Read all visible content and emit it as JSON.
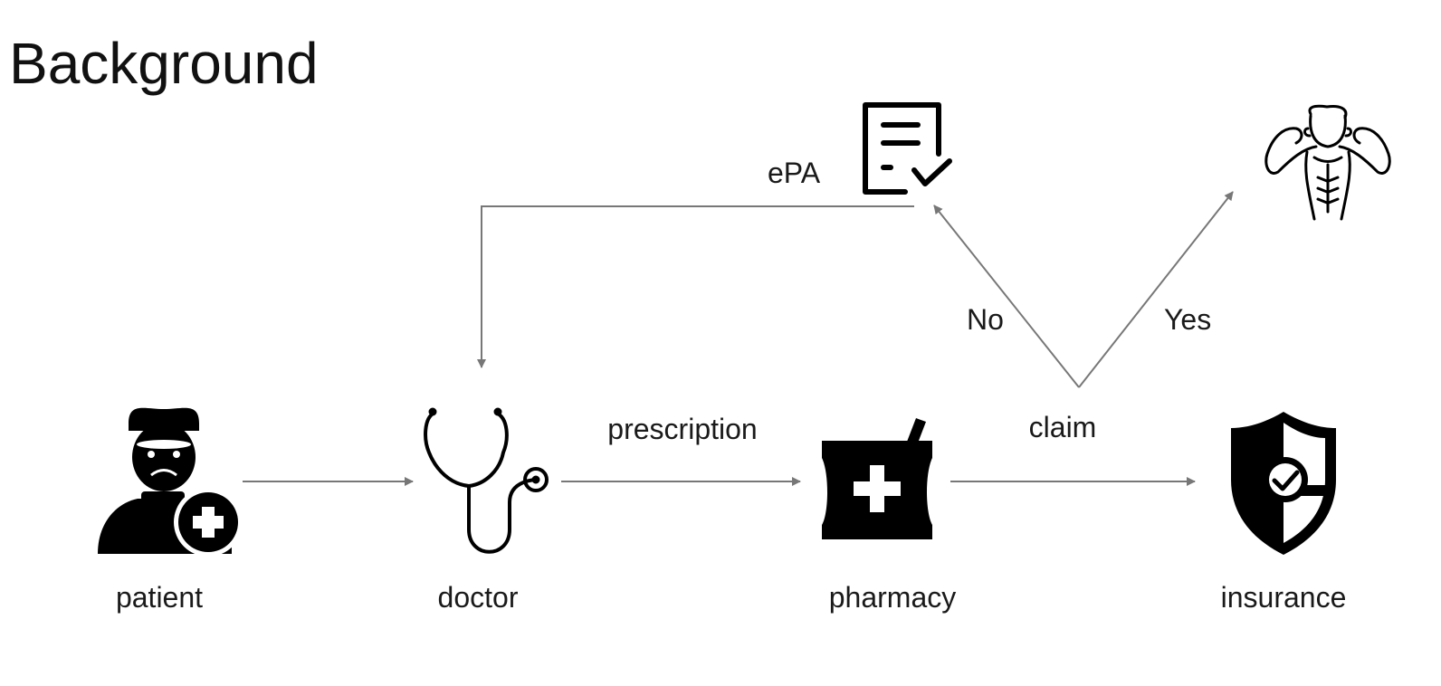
{
  "title": "Background",
  "colors": {
    "edge": "#777777",
    "icon": "#000000",
    "text": "#1a1a1a"
  },
  "nodes": {
    "patient": {
      "label": "patient",
      "icon": "sick-patient-with-plus-badge-icon"
    },
    "doctor": {
      "label": "doctor",
      "icon": "stethoscope-icon"
    },
    "pharmacy": {
      "label": "pharmacy",
      "icon": "pharmacy-mortar-pestle-cross-icon"
    },
    "insurance": {
      "label": "insurance",
      "icon": "shield-check-icon"
    },
    "epa": {
      "icon": "checklist-document-icon"
    },
    "approved": {
      "icon": "strong-person-flexing-icon"
    }
  },
  "edges": {
    "patient_to_doctor": {
      "label": ""
    },
    "doctor_to_pharmacy": {
      "label": "prescription"
    },
    "pharmacy_to_insurance": {
      "label": "claim"
    },
    "claim_no": {
      "label": "No"
    },
    "claim_yes": {
      "label": "Yes"
    },
    "epa_to_doctor": {
      "label": "ePA"
    }
  }
}
